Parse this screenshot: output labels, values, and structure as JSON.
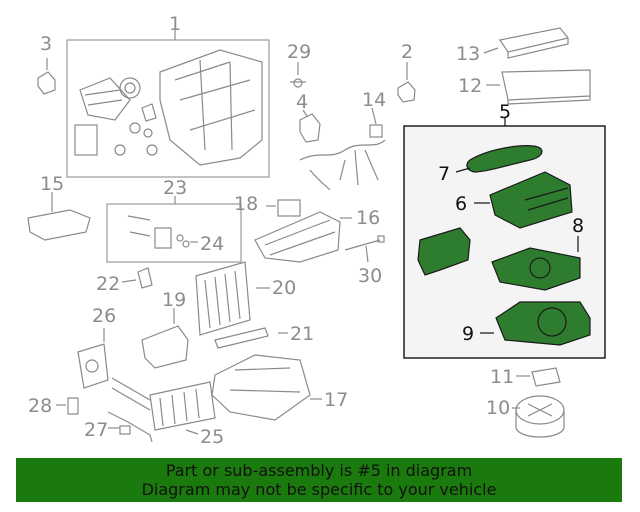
{
  "callouts": {
    "c1": "1",
    "c2": "2",
    "c3": "3",
    "c4": "4",
    "c5": "5",
    "c6": "6",
    "c7": "7",
    "c8": "8",
    "c9": "9",
    "c10": "10",
    "c11": "11",
    "c12": "12",
    "c13": "13",
    "c14": "14",
    "c15": "15",
    "c16": "16",
    "c17": "17",
    "c18": "18",
    "c19": "19",
    "c20": "20",
    "c21": "21",
    "c22": "22",
    "c23": "23",
    "c24": "24",
    "c25": "25",
    "c26": "26",
    "c27": "27",
    "c28": "28",
    "c29": "29",
    "c30": "30"
  },
  "banner": {
    "line1": "Part or sub-assembly is #5 in diagram",
    "line2": "Diagram may not be specific to your vehicle"
  },
  "colors": {
    "highlight": "#2e7d2e",
    "banner": "#1b7a0d",
    "callout": "#8c8c8c"
  }
}
